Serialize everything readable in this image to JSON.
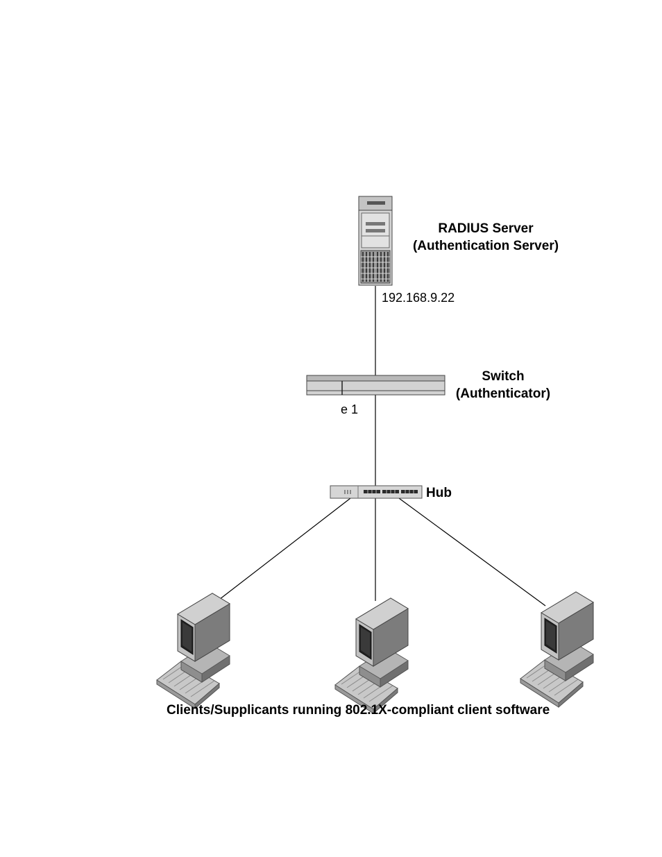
{
  "server": {
    "title_line1": "RADIUS Server",
    "title_line2": "(Authentication Server)",
    "ip_address": "192.168.9.22"
  },
  "switch": {
    "title_line1": "Switch",
    "title_line2": "(Authenticator)",
    "port_label": "e 1"
  },
  "hub": {
    "label": "Hub"
  },
  "clients": {
    "caption": "Clients/Supplicants running 802.1X-compliant client software",
    "count": 3
  },
  "icons": [
    "server-tower-icon",
    "switch-icon",
    "hub-icon",
    "desktop-computer-icon"
  ]
}
